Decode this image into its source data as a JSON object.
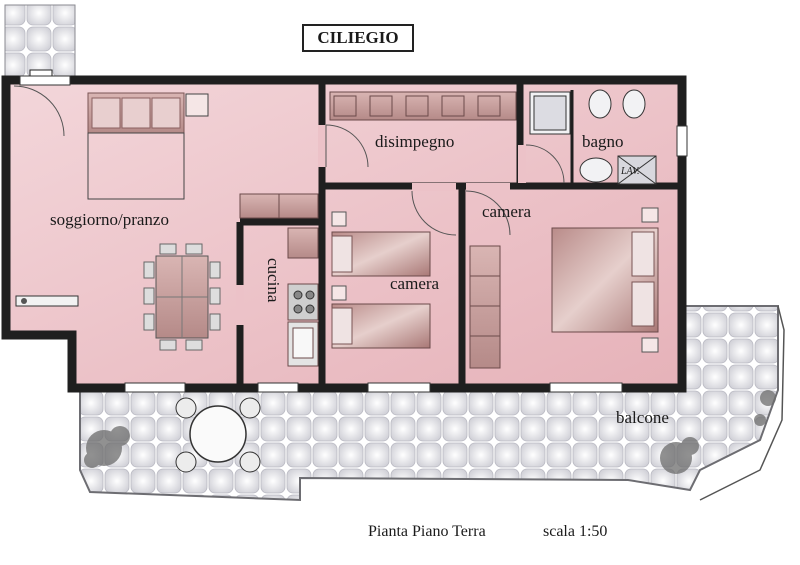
{
  "project": {
    "name": "CILIEGIO"
  },
  "rooms": {
    "living": "soggiorno/pranzo",
    "kitchen": "cucina",
    "hall": "disimpegno",
    "bath": "bagno",
    "bedroom_double": "camera",
    "bedroom_twin": "camera",
    "balcony": "balcone",
    "laundry": "LAV."
  },
  "footer": {
    "floor": "Pianta Piano Terra",
    "scale": "scala 1:50"
  },
  "colors": {
    "floor_pink": "#ecc2c8",
    "wall": "#1f1f1f",
    "tile": "#e9e9ee",
    "furniture": "#c49a99"
  }
}
